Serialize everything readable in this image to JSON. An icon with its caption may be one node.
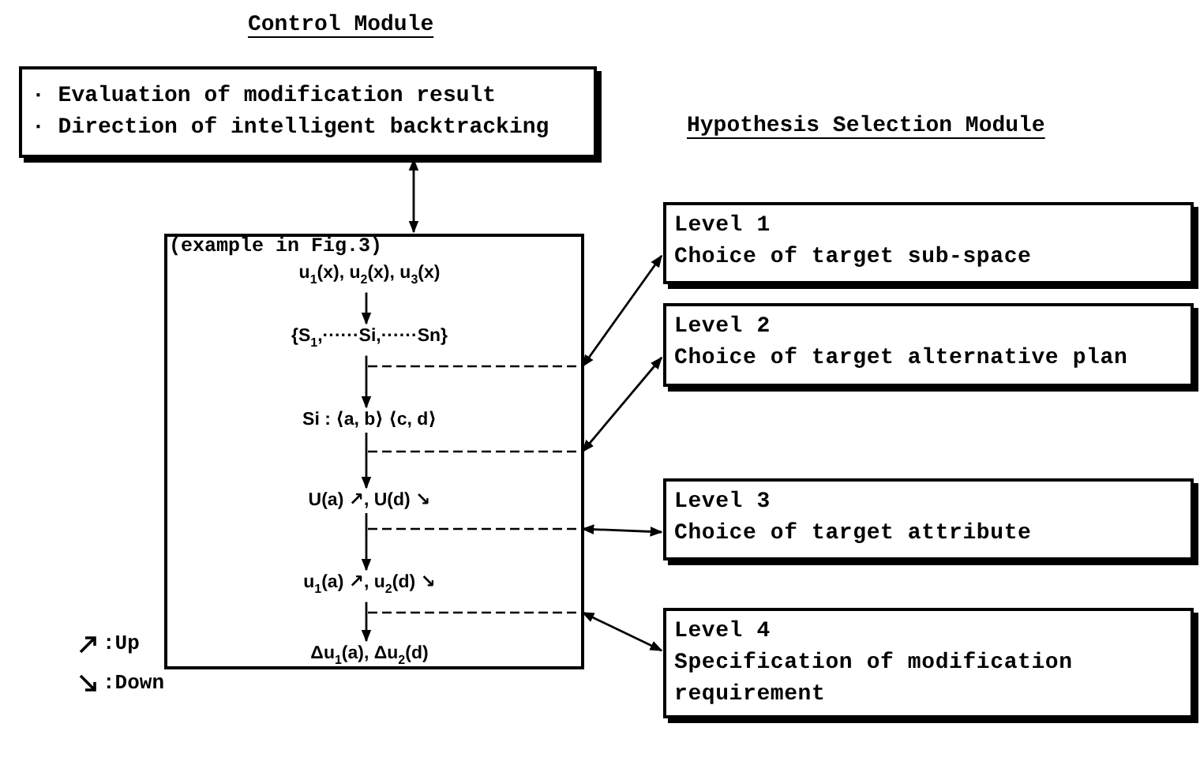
{
  "diagram": {
    "nodes": [
      {
        "text": [
          "Control Module",
          "· Evaluation of modification result",
          "· Direction of intelligent backtracking"
        ]
      },
      {
        "text": [
          "(example in Fig.3)"
        ]
      },
      {
        "text": [
          "u$_{1}$(x), u$_{2}$(x), u$_{3}$(x)"
        ],
        "in": 1
      },
      {
        "text": [
          "{S$_{1}$,······Si,······Sn}"
        ],
        "in": 1
      },
      {
        "text": [
          "Si : ⟨a, b⟩ ⟨c, d⟩"
        ],
        "in": 1
      },
      {
        "text": [
          "U(a) ↗, U(d) ↘"
        ],
        "in": 1
      },
      {
        "text": [
          "u$_{1}$(a) ↗, u$_{2}$(d) ↘"
        ],
        "in": 1
      },
      {
        "text": [
          "Δu$_{1}$(a), Δu$_{2}$(d)"
        ],
        "in": 1
      },
      {
        "text": [
          "Level 1",
          "Choice of target sub-space"
        ]
      },
      {
        "text": [
          "Level 2",
          "Choice of target alternative plan"
        ]
      },
      {
        "text": [
          "Level 3",
          "Choice of target attribute"
        ]
      },
      {
        "text": [
          "Level 4",
          "Specification of modification requirement"
        ]
      }
    ],
    "edges": [
      {
        "from": 0,
        "to": 1,
        "arrow": "both"
      },
      {
        "from": 2,
        "to": 3,
        "arrow": "to"
      },
      {
        "from": 3,
        "to": 4,
        "arrow": "to"
      },
      {
        "from": 4,
        "to": 5,
        "arrow": "to"
      },
      {
        "from": 5,
        "to": 6,
        "arrow": "to"
      },
      {
        "from": 6,
        "to": 7,
        "arrow": "to"
      },
      {
        "from": 1,
        "to": 8,
        "arrow": "both"
      },
      {
        "from": 1,
        "to": 9,
        "arrow": "both"
      },
      {
        "from": 1,
        "to": 10,
        "arrow": "both"
      },
      {
        "from": 1,
        "to": 11,
        "arrow": "both"
      }
    ],
    "labels": [
      "Hypothesis Selection Module"
    ],
    "legend": [
      {
        "text": ":Up"
      },
      {
        "text": ":Down"
      }
    ]
  }
}
